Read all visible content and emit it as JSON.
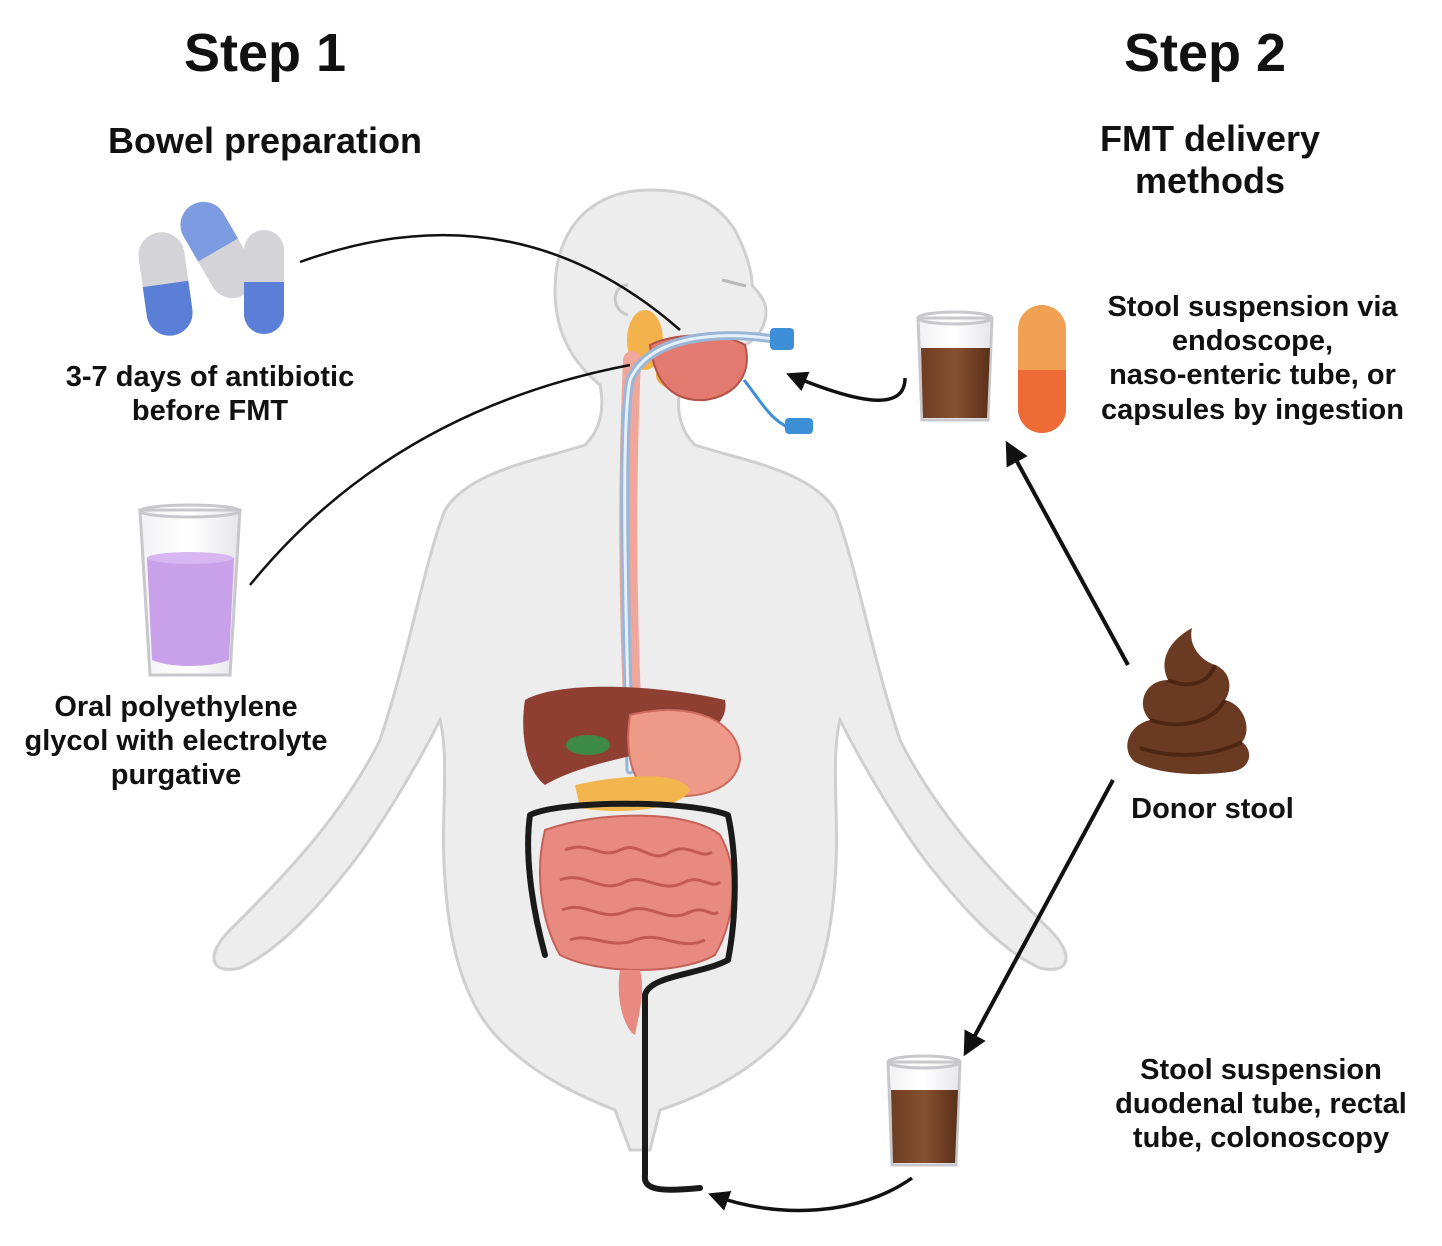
{
  "step1": {
    "title": "Step 1",
    "subtitle": "Bowel preparation",
    "antibiotic_label_1": "3-7 days of antibiotic",
    "antibiotic_label_2": "before FMT",
    "peg_label_1": "Oral polyethylene",
    "peg_label_2": "glycol with electrolyte",
    "peg_label_3": "purgative"
  },
  "step2": {
    "title": "Step 2",
    "subtitle_1": "FMT delivery",
    "subtitle_2": "methods",
    "upper_label_1": "Stool suspension via",
    "upper_label_2": "endoscope,",
    "upper_label_3": "naso-enteric tube, or",
    "upper_label_4": "capsules by ingestion",
    "donor_label": "Donor stool",
    "lower_label_1": "Stool suspension",
    "lower_label_2": "duodenal tube, rectal",
    "lower_label_3": "tube, colonoscopy"
  },
  "colors": {
    "capsule_blue": "#5b7fd6",
    "capsule_grey": "#d4d4d8",
    "peg_purple": "#c9a0ea",
    "stool_brown": "#6b3a22",
    "capsule_orange": "#ee6b36",
    "intestine_pink": "#e98a80",
    "liver": "#8e3f32",
    "body_grey": "#ececec"
  }
}
